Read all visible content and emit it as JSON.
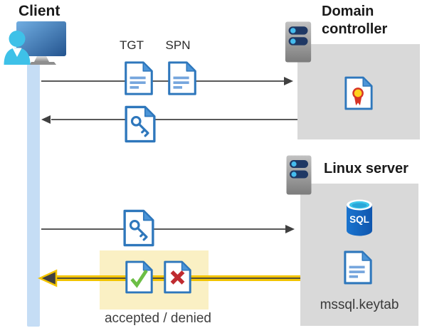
{
  "client": {
    "label": "Client"
  },
  "domain_controller": {
    "label": "Domain controller"
  },
  "linux_server": {
    "label": "Linux server",
    "sql_label": "SQL",
    "keytab_label": "mssql.keytab"
  },
  "flow": {
    "tgt_label": "TGT",
    "spn_label": "SPN",
    "result_label": "accepted / denied"
  },
  "icons": {
    "client": "monitor-user-icon",
    "domain_controller": "server-icon",
    "linux_server": "server-icon",
    "tgt": "document-icon",
    "spn": "document-icon",
    "service_ticket": "key-document-icon",
    "certificate": "certificate-document-icon",
    "database": "sql-database-icon",
    "keytab": "document-icon",
    "accepted": "check-document-icon",
    "denied": "cross-document-icon"
  },
  "colors": {
    "doc_border_blue": "#2E77BC",
    "doc_fold_blue": "#4C95D8",
    "doc_line_blue": "#76A6DD",
    "person_cyan": "#3EC1E8",
    "monitor_blue_light": "#71AEE2",
    "monitor_blue_dark": "#24548F",
    "lifeline_blue": "#C5DDF5",
    "box_gray": "#D9D9D9",
    "server_gray_light": "#BFBFBF",
    "server_gray_dark": "#7F7F7F",
    "server_pill_navy": "#1F3864",
    "server_dot_cyan": "#45BCEE",
    "arrow_gray": "#595959",
    "arrow_yellow": "#F3C400",
    "highlight_yellow": "#FAF0C4",
    "check_green": "#6CBE45",
    "cross_red": "#BF2B30",
    "sql_blue": "#1464C4",
    "sql_top_cyan": "#3EC6EA",
    "cert_red": "#D63426",
    "cert_yellow": "#FFD21F"
  }
}
